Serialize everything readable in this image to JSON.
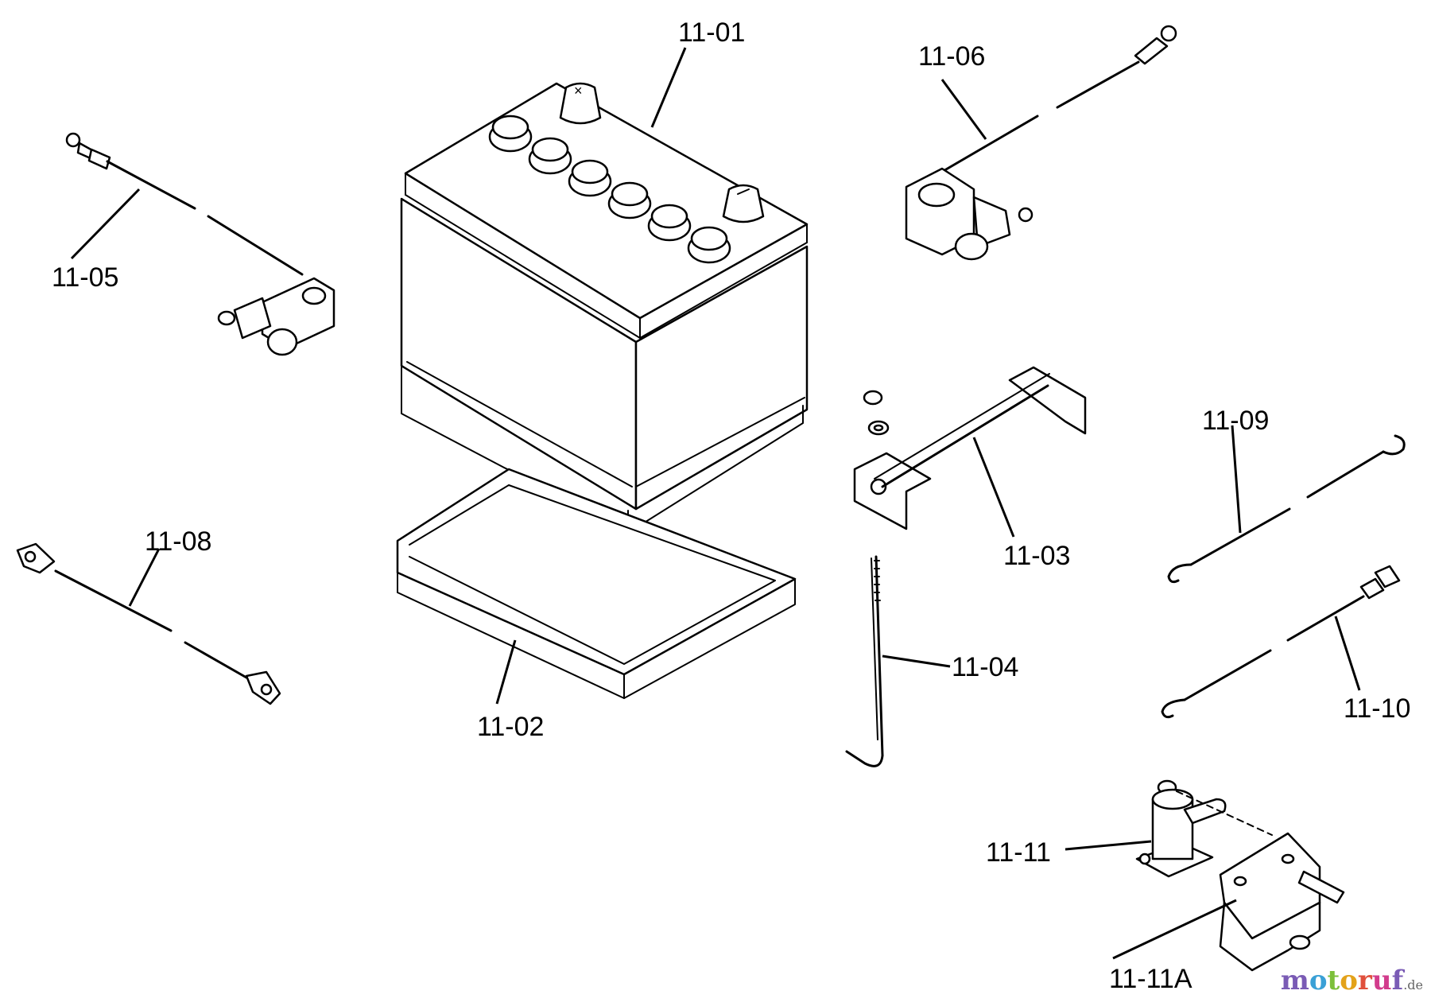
{
  "callouts": {
    "c1101": "11-01",
    "c1102": "11-02",
    "c1103": "11-03",
    "c1104": "11-04",
    "c1105": "11-05",
    "c1106": "11-06",
    "c1108": "11-08",
    "c1109": "11-09",
    "c1110": "11-10",
    "c1111": "11-11",
    "c1111a": "11-11A"
  },
  "watermark": {
    "text": "motoruf",
    "suffix": ".de"
  }
}
